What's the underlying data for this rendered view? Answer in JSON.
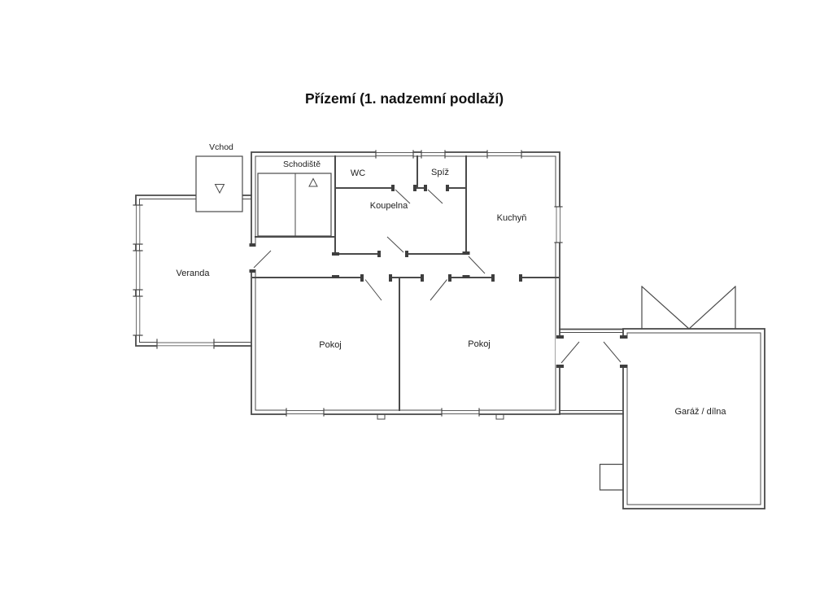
{
  "title": "Přízemí (1. nadzemní podlaží)",
  "colors": {
    "wall": "#4a4a4a",
    "window": "#5f5f5f",
    "label": "#1e1e1e"
  },
  "icons": {
    "entrance_stairs_direction": "triangle-down",
    "main_stairs_direction": "triangle-up"
  },
  "rooms": [
    {
      "id": "vchod",
      "label": "Vchod"
    },
    {
      "id": "schodiste",
      "label": "Schodiště"
    },
    {
      "id": "wc",
      "label": "WC"
    },
    {
      "id": "spiz",
      "label": "Spíž"
    },
    {
      "id": "koupelna",
      "label": "Koupelna"
    },
    {
      "id": "kuchyn",
      "label": "Kuchyň"
    },
    {
      "id": "veranda",
      "label": "Veranda"
    },
    {
      "id": "pokoj-left",
      "label": "Pokoj"
    },
    {
      "id": "pokoj-right",
      "label": "Pokoj"
    },
    {
      "id": "garaz-dilna",
      "label": "Garáž / dílna"
    }
  ]
}
